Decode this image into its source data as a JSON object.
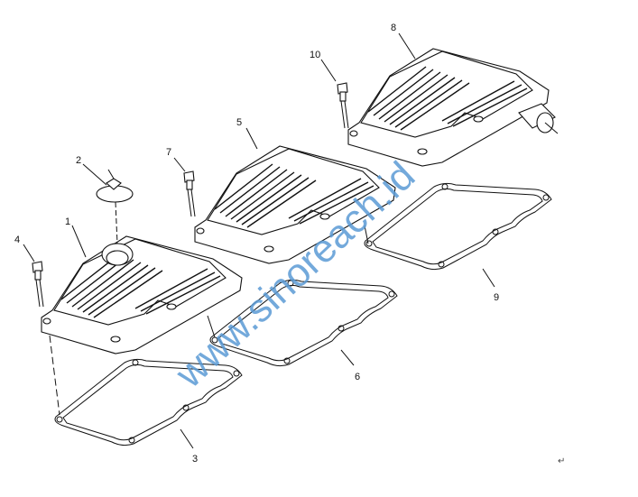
{
  "diagram": {
    "parts": [
      {
        "number": "1",
        "kind": "valve cover with cap"
      },
      {
        "number": "2",
        "kind": "oil filler cap"
      },
      {
        "number": "3",
        "kind": "gasket"
      },
      {
        "number": "4",
        "kind": "bolt"
      },
      {
        "number": "5",
        "kind": "valve cover"
      },
      {
        "number": "6",
        "kind": "gasket"
      },
      {
        "number": "7",
        "kind": "bolt"
      },
      {
        "number": "8",
        "kind": "valve cover with breather"
      },
      {
        "number": "9",
        "kind": "gasket"
      },
      {
        "number": "10",
        "kind": "bolt"
      }
    ],
    "watermark": "www.sinoreach.id",
    "return_mark": "↵",
    "colors": {
      "line": "#111111",
      "watermark": "#5b9bd5"
    }
  }
}
